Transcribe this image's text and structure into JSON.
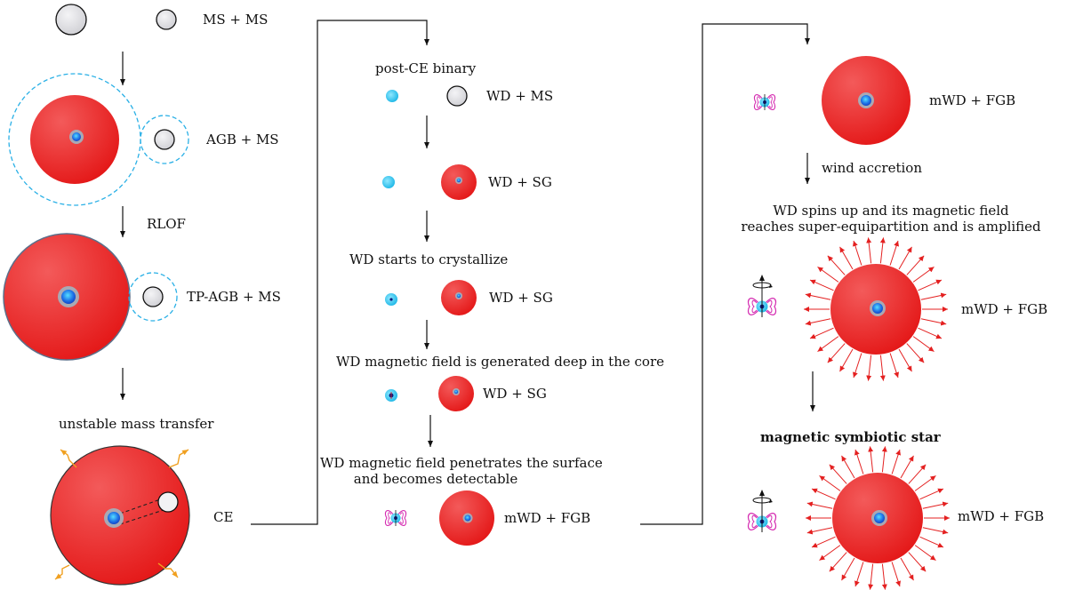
{
  "labels": {
    "ms_ms": "MS + MS",
    "agb_ms": "AGB + MS",
    "rlof": "RLOF",
    "tp_agb_ms": "TP-AGB + MS",
    "unstable_mass_transfer": "unstable mass transfer",
    "ce": "CE",
    "post_ce_binary": "post-CE binary",
    "wd_ms": "WD + MS",
    "wd_sg_1": "WD + SG",
    "wd_crystallize": "WD starts to crystallize",
    "wd_sg_2": "WD + SG",
    "wd_field_generated": "WD magnetic field is generated deep in the core",
    "wd_sg_3": "WD + SG",
    "wd_field_penetrates_1": "WD magnetic field penetrates the surface",
    "wd_field_penetrates_2": "and becomes detectable",
    "mwd_fgb_1": "mWD + FGB",
    "mwd_fgb_2": "mWD + FGB",
    "wind_accretion": "wind accretion",
    "spin_up_1": "WD spins up and its magnetic field",
    "spin_up_2": "reaches super-equipartition and is amplified",
    "mwd_fgb_3": "mWD + FGB",
    "magnetic_symbiotic_star": "magnetic symbiotic star",
    "mwd_fgb_4": "mWD + FGB"
  },
  "colors": {
    "giant_red": "#ec2b2b",
    "giant_highlight": "#f47070",
    "ms_star_fill": "#e8e8ec",
    "wd_cyan": "#2fc6ee",
    "wd_core_blue": "#1d4fe0",
    "roche_lobe_dash": "#2ab0e6",
    "field_lines_magenta": "#d42ab0",
    "outflow_arrow": "#e42020",
    "ejecta_orange": "#f0a020"
  }
}
